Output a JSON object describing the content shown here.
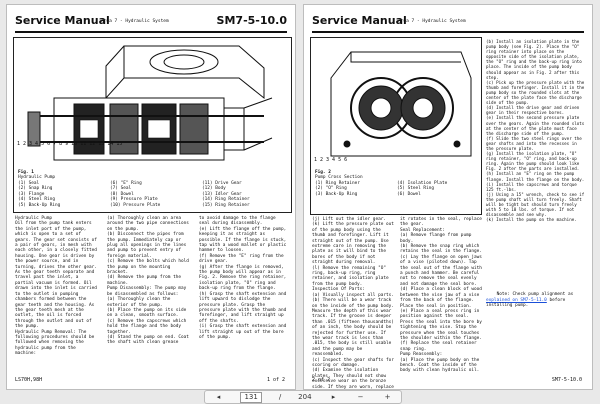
{
  "left_page": {
    "title": "Service Manual",
    "subtitle": "Area 7 - Hydraulic System",
    "code": "SM7-5-10.0",
    "figure": {
      "caption": "Fig. 1",
      "name": "Hydraulic Pump",
      "legend_col1": "(1) Seal\n(2) Snap Ring\n(3) Flange\n(4) Steel Ring\n(5) Back-Up Ring",
      "legend_col2": "(6) \"E\" Ring\n(7) Seal\n(8) Dowel\n(9) Pressure Plate\n(10) Pressure Plate",
      "legend_col3": "(11) Drive Gear\n(12) Body\n(13) Idler Gear\n(14) Ring Retainer\n(15) Ring Retainer",
      "callouts": "1 2 3 4 5 6 7 8 9 10 11 12 13 14 15"
    },
    "col1": "Hydraulic Pump\nOil from the pump tank enters the inlet port of the pump, which is open to a set of gears. The gear set consists of a pair of gears, in mesh with each other, in a closely fitted housing. One gear is driven by the power source, and in turning, drives the other gear. As the gear teeth separate and travel past the inlet, a partial vacuum is formed. Oil drawn into the inlet is carried to the outlet in pumping chambers formed between the gear teeth and the housing. As the gear teeth mesh at the outlet, the oil is forced through the outlet and out of the pump.\nHydraulic Pump Removal: The following procedures should be followed when removing the hydraulic pump from the machine:",
    "col2": "(a) Thoroughly clean an area around the two pipe connections on the pump.\n(b) Disconnect the pipes from the pump. Immediately cap or plug all openings in the lines and pump to prevent entry of foreign material.\n(c) Remove the bolts which hold the pump on the mounting bracket.\n(d) Remove the pump from the machine.\nPump Disassembly: The pump may be disassembled as follows:\n(a) Thoroughly clean the exterior of the pump.\n(b) Place the pump on its side on a clean, smooth surface.\n(c) Remove the capscrews which hold the flange and the body together.\n(d) Stand the pump on end. Coat the shaft with clean grease",
    "col3": "to avoid damage to the flange seal during disassembly.\n(e) Lift the flange off the pump, keeping it as straight as possible. If the flange is stuck, tap with a wood mallet or plastic hammer to loosen.\n(f) Remove the \"E\" ring from the drive gear.\n(g) After the flange is removed, the pump body will appear as in Fig. 2. Remove the ring retainer, isolation plate, \"O\" ring and back-up ring from the flange.\n(h) Grasp the shaft extension and lift upward to dislodge the pressure plate. Grasp the pressure plate with the thumb and forefinger, and lift straight up off the shafts.\n(i) Grasp the shaft extension and lift straight up out of the bore of the pump.",
    "footer_left": "LS70H,98H",
    "footer_right": "1 of 2"
  },
  "right_page": {
    "title": "Service Manual",
    "subtitle": "Area 7 - Hydraulic System",
    "figure": {
      "caption": "Fig. 2",
      "name": "Pump Cross Section",
      "legend_col1": "(1) Ring Retainer\n(2) \"O\" Ring\n(3) Back-Up Ring",
      "legend_col2": "(4) Isolation Plate\n(5) Steel Ring\n(6) Dowel",
      "callouts": "1 2 3 4 5 6"
    },
    "col_right_top": "(b) Install an isolation plate in the pump body (see Fig. 2). Place the \"O\" ring retainer into place on the opposite side of the isolation plate, the \"O\" ring and the back-up ring into place. The inside of the pump body should appear as in Fig. 2 after this step.\n(c) Pick up the pressure plate with the thumb and forefinger. Install it in the pump body so the rounded slots at the center of the plate face the discharge side of the pump.\n(d) Install the drive gear and driven gear in their respective bores.\n(e) Install the second pressure plate over the gears. Again the rounded slots at the center of the plate must face the discharge side of the pump.\n(f) Slide the two steel rings over the gear shafts and into the recesses in the pressure plate.\n(g) Install the isolation plate, \"O\" ring retainer, \"O\" ring, and back-up ring. Again the pump should look like Fig. 2 after the parts are installed.\n(h) Install an \"E\" ring on the pump flange. Install the flange on the body.\n(i) Install the capscrews and torque 125 ft.-lbs.\n(j) Using a 15\" wrench, check to see if the pump shaft will turn freely. Shaft will be tight but should turn freely with 5 to 10 lbs. of torque. If not disassemble and see why.\n(k) Install the pump on the machine.",
    "note_prefix": "Note: Check pump alignment as ",
    "note_link": "explained on SM7-5-11.0",
    "note_suffix": " before installing pump.",
    "col1": "(j) Lift out the idler gear.\n(k) Lift the pressure plate out of the pump body using the thumb and forefinger. Lift it straight out of the pump. Use extreme care in removing the plate as it will bind to the bores of the body if not straight during removal.\n(l) Remove the remaining \"O\" ring, back-up ring, ring retainer, and isolation plate from the pump body.\nInspection Of Parts:\n(a) Visually inspect all parts.\n(b) There will be a wear track on the inside of the pump body. Measure the depth of this wear track. If the groove is deeper than .015 (fifteen thousandths) of an inch, the body should be rejected for further use. If the wear track is less than .015, the body is still usable and the pump may be reassembled.\n(c) Inspect the gear shafts for scoring or damage.\n(d) Examine the isolation plates. They should not show excessive wear on the bronze side. If they are worn, replace them.\n(e) Inspect the gears. If excessive wear is visible on the journals, sides or face of the gears, or at the point where",
    "col2": "it rotates in the seal, replace the gear.\nSeal Replacement:\n(a) Remove flange from pump body.\n(b) Remove the snap ring which retains the seal in the flange.\n(c) Lay the flange on open jaws of a vise (piloted down). Tap the seal out of the flange with a punch and hammer. Be careful not to remove the seal evenly and not damage the seal bore.\n(d) Place a clean block of wood between the vise jaw of a vise from the back of the flange. Place the seal in position.\n(e) Place a seal press ring in position against the seal. Press the seal into the bore by tightening the vise. Stop the pressure when the seal touches the shoulder within the flange.\n(f) Replace the seal retainer snap ring.\nPump Reassembly:\n(a) Place the pump body on the bench. Coat the inside of the body with clean hydraulic oil.",
    "footer_left": "2 of 2",
    "footer_right": "SM7-5-10.0"
  },
  "pdf_toolbar": {
    "page_current": "131",
    "page_sep": "/",
    "page_total": "204",
    "prev_glyph": "◂",
    "next_glyph": "▸",
    "zoom_out_glyph": "−",
    "zoom_in_glyph": "+"
  }
}
